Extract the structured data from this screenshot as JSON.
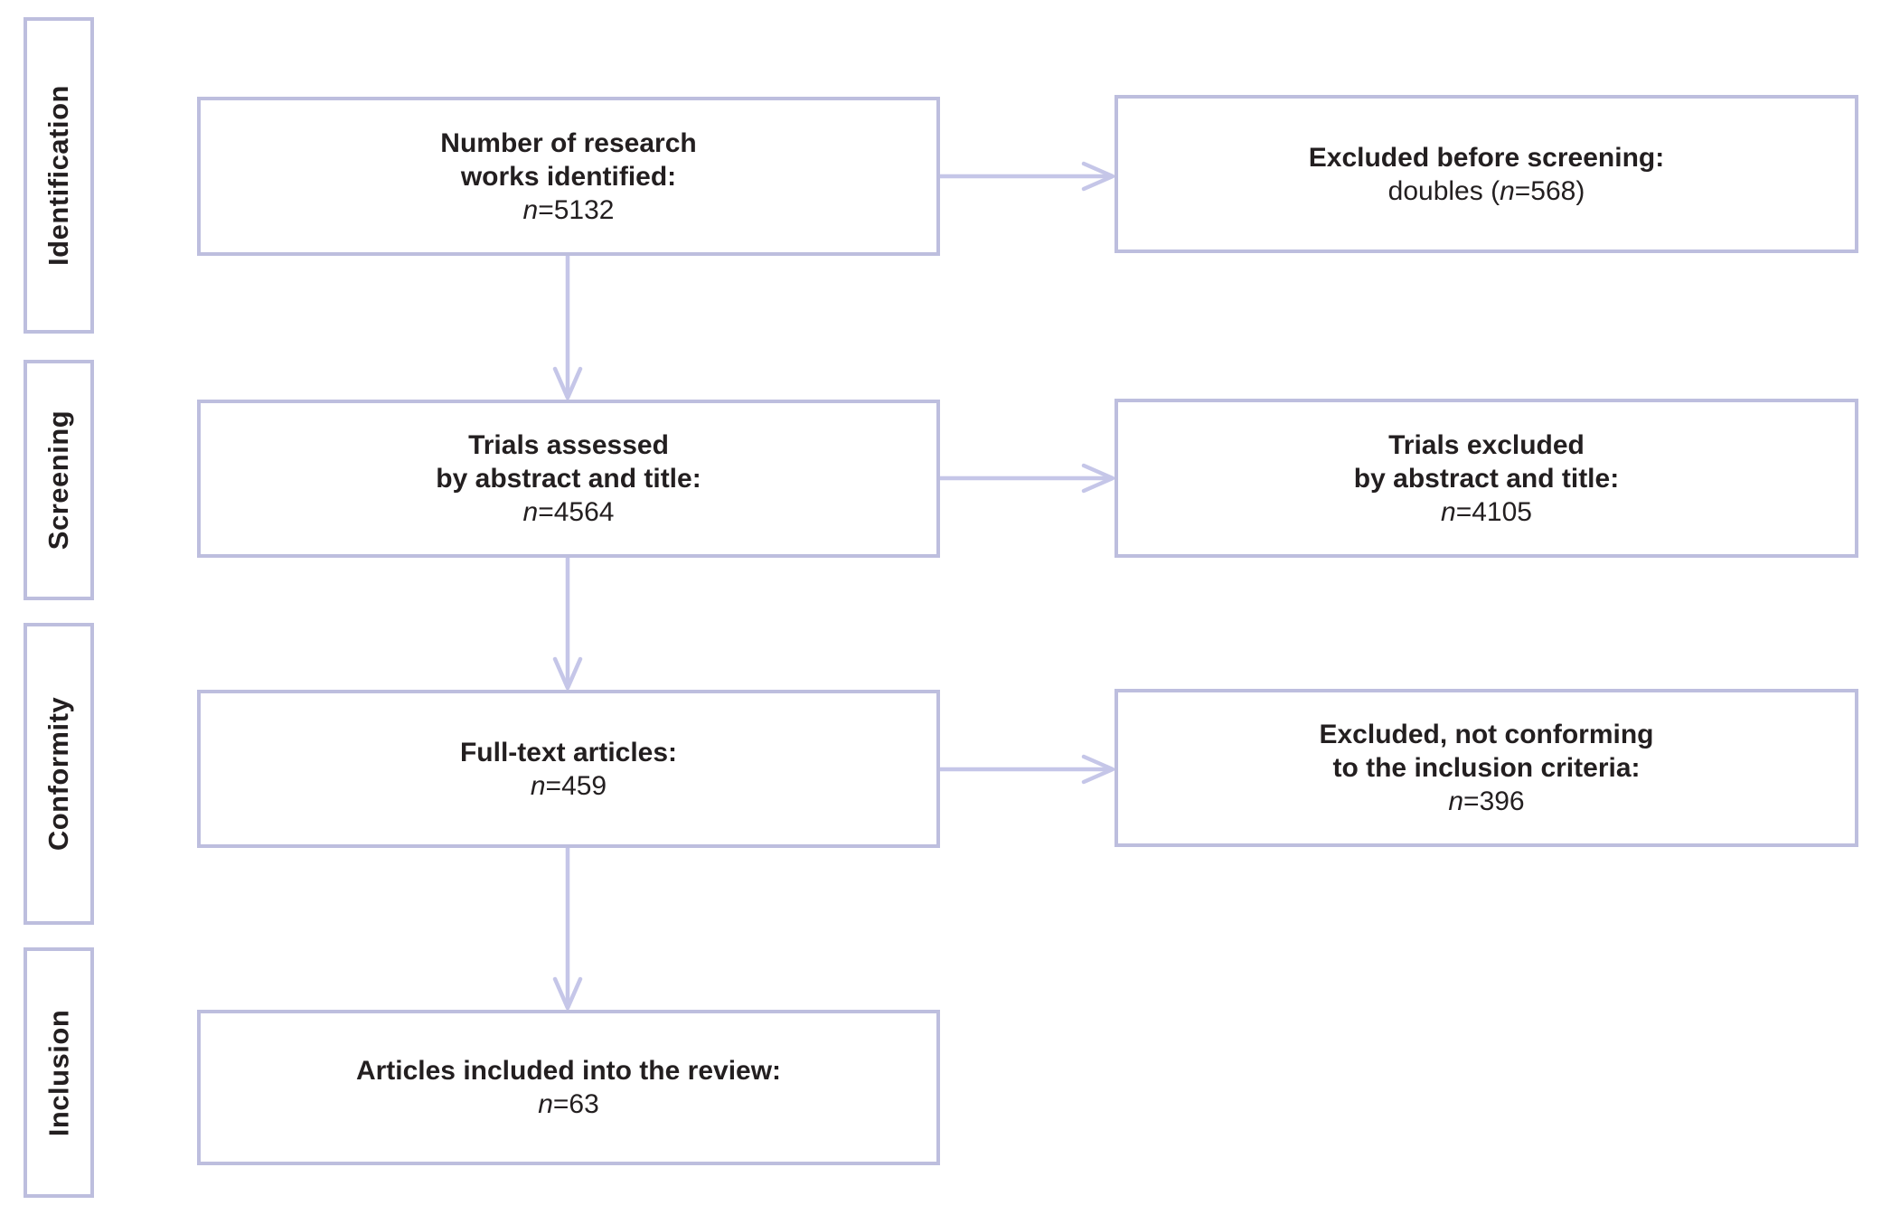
{
  "figure": {
    "kind": "systematic-review-flow-diagram",
    "colors": {
      "box_border": "#bdbede",
      "arrow": "#c5c6e8",
      "text": "#231f20",
      "background": "#ffffff"
    }
  },
  "stages": [
    {
      "label": "Identification"
    },
    {
      "label": "Screening"
    },
    {
      "label": "Conformity"
    },
    {
      "label": "Inclusion"
    }
  ],
  "rows": [
    {
      "main": {
        "title": "Number of research\nworks identified:",
        "n_prefix": "",
        "n_var": "n",
        "n_rest": "=5132",
        "n_suffix": ""
      },
      "side": {
        "title": "Excluded before screening:",
        "n_prefix": "doubles (",
        "n_var": "n",
        "n_rest": "=568",
        "n_suffix": ")"
      }
    },
    {
      "main": {
        "title": "Trials assessed\nby abstract and title:",
        "n_prefix": "",
        "n_var": "n",
        "n_rest": "=4564",
        "n_suffix": ""
      },
      "side": {
        "title": "Trials excluded\nby abstract and title:",
        "n_prefix": "",
        "n_var": "n",
        "n_rest": "=4105",
        "n_suffix": ""
      }
    },
    {
      "main": {
        "title": "Full-text articles:",
        "n_prefix": "",
        "n_var": "n",
        "n_rest": "=459",
        "n_suffix": ""
      },
      "side": {
        "title": "Excluded, not conforming\nto the inclusion criteria:",
        "n_prefix": "",
        "n_var": "n",
        "n_rest": "=396",
        "n_suffix": ""
      }
    },
    {
      "main": {
        "title": "Articles included into the review:",
        "n_prefix": "",
        "n_var": "n",
        "n_rest": "=63",
        "n_suffix": ""
      }
    }
  ]
}
